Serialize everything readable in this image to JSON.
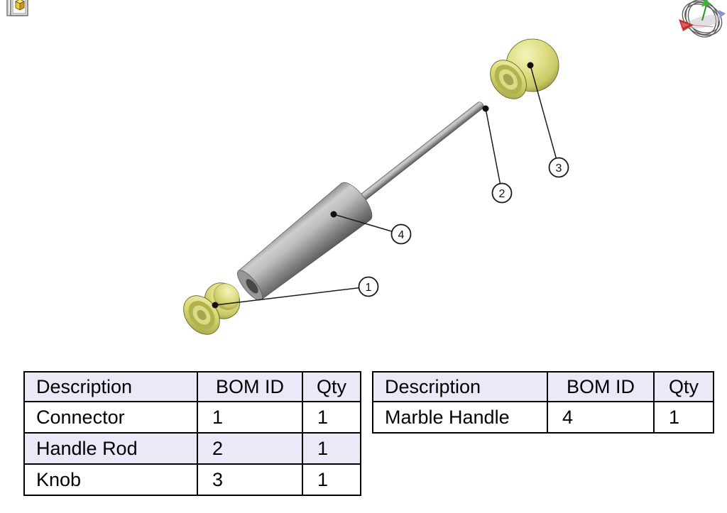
{
  "icons": {
    "sheet_icon": "drawing-sheet-icon",
    "gimbal_icon": "orientation-gimbal-icon"
  },
  "colors": {
    "part_yellow": "#d6d66e",
    "part_gray": "#9a9a9a",
    "table_header_bg": "#e9e9f8",
    "table_alt_row_bg": "#e9e9f8",
    "line_black": "#1a1a1a",
    "axis_green": "#39b539",
    "axis_red": "#c23030",
    "axis_blue": "#8890d8"
  },
  "exploded_view": {
    "balloons": [
      {
        "label": "1"
      },
      {
        "label": "2"
      },
      {
        "label": "3"
      },
      {
        "label": "4"
      }
    ]
  },
  "bom_tables": [
    {
      "headers": [
        "Description",
        "BOM ID",
        "Qty"
      ],
      "rows": [
        [
          "Connector",
          "1",
          "1"
        ],
        [
          "Handle Rod",
          "2",
          "1"
        ],
        [
          "Knob",
          "3",
          "1"
        ]
      ]
    },
    {
      "headers": [
        "Description",
        "BOM ID",
        "Qty"
      ],
      "rows": [
        [
          "Marble Handle",
          "4",
          "1"
        ]
      ]
    }
  ]
}
